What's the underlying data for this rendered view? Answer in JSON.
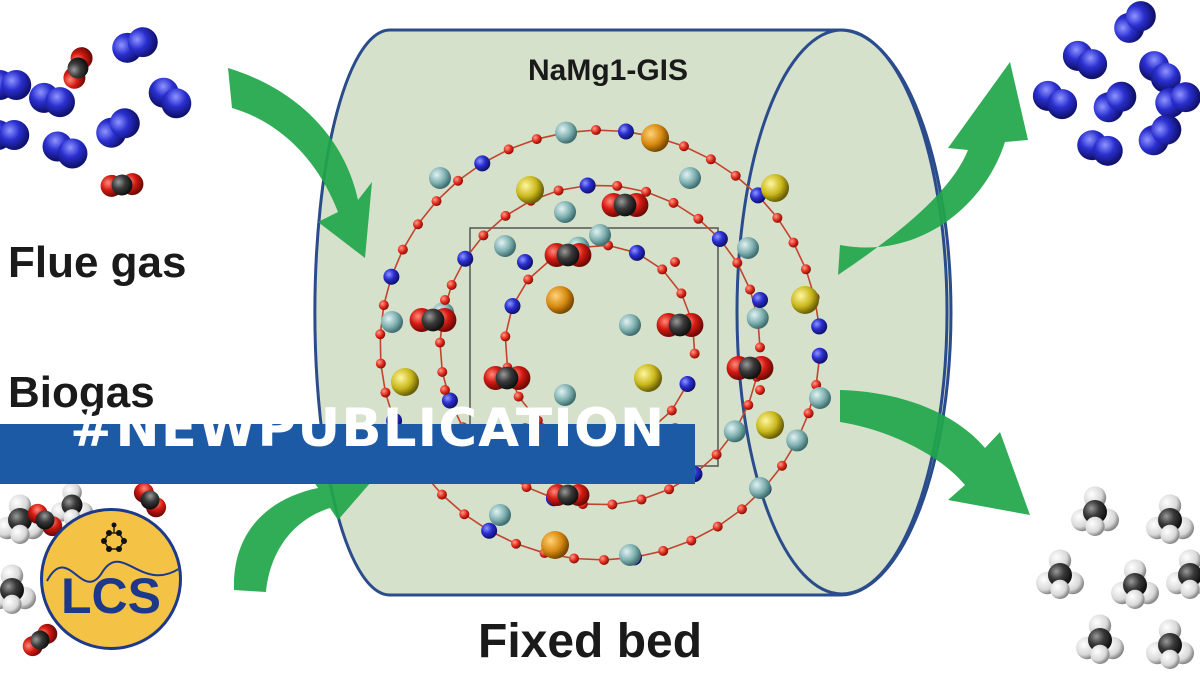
{
  "figure": {
    "cylinder_title": "NaMg1-GIS",
    "left_labels": {
      "flue_gas": "Flue gas",
      "biogas": "Biogas"
    },
    "bottom_label": "Fixed bed"
  },
  "banner": {
    "text": "#NEWPUBLICATION"
  },
  "logo": {
    "text": "LCS"
  },
  "colors": {
    "banner": "#1d5aa6",
    "logo_fill": "#f4c245",
    "logo_text": "#1d3a8a",
    "cylinder_fill": "#d6e1cc",
    "cylinder_stroke": "#2b4c8c",
    "arrow_green": "#1fa64a",
    "n2_blue": "#2a2fd0",
    "co2_red": "#cc1a1a",
    "co2_dark": "#333333"
  }
}
